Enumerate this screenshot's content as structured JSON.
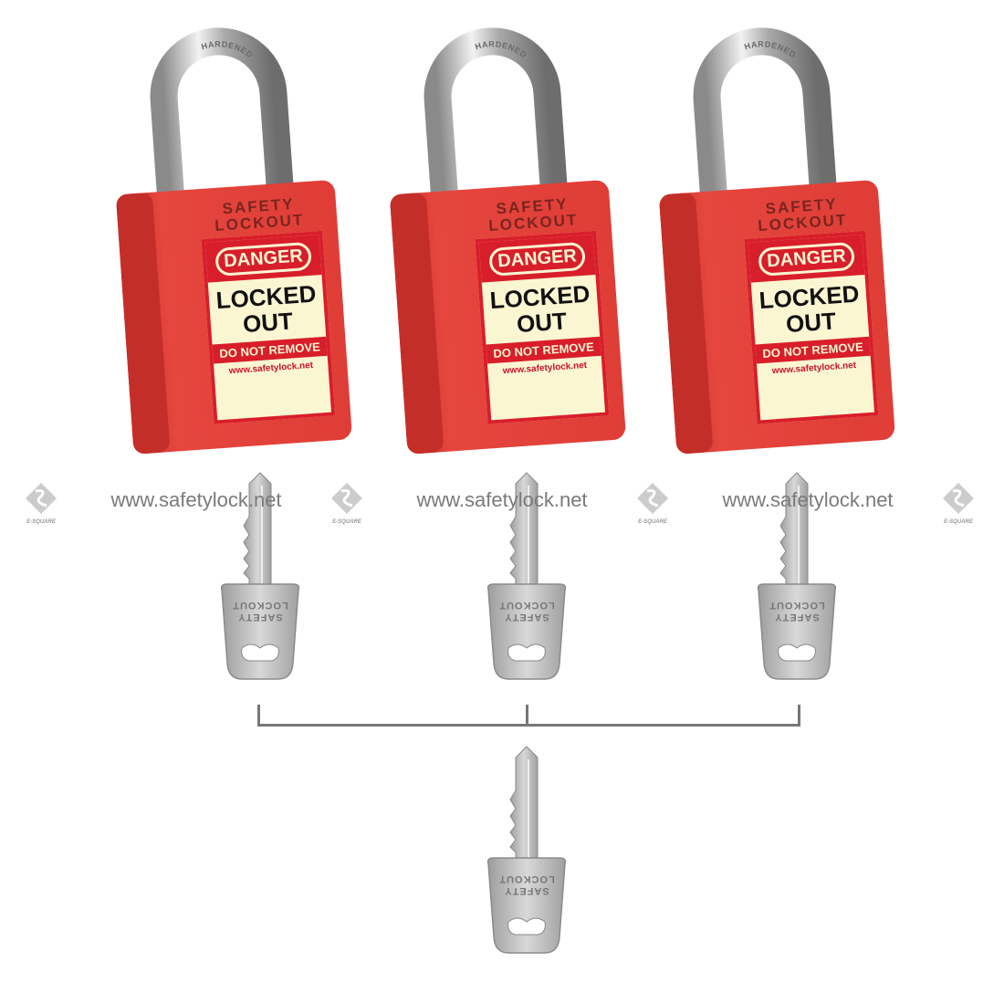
{
  "padlocks": [
    {
      "body_text": [
        "SAFETY",
        "LOCKOUT"
      ],
      "label": {
        "header": "DANGER",
        "main": [
          "LOCKED",
          "OUT"
        ],
        "warning": "DO NOT REMOVE",
        "url": "www.safetylock.net"
      },
      "shackle_text": "HARDENED"
    },
    {
      "body_text": [
        "SAFETY",
        "LOCKOUT"
      ],
      "label": {
        "header": "DANGER",
        "main": [
          "LOCKED",
          "OUT"
        ],
        "warning": "DO NOT REMOVE",
        "url": "www.safetylock.net"
      },
      "shackle_text": "HARDENED"
    },
    {
      "body_text": [
        "SAFETY",
        "LOCKOUT"
      ],
      "label": {
        "header": "DANGER",
        "main": [
          "LOCKED",
          "OUT"
        ],
        "warning": "DO NOT REMOVE",
        "url": "www.safetylock.net"
      },
      "shackle_text": "HARDENED"
    }
  ],
  "watermark": {
    "text": "www.safetylock.net",
    "logo_text": "E-SQUARE"
  },
  "keys": {
    "text": [
      "SAFETY",
      "LOCKOUT"
    ]
  },
  "colors": {
    "body": "#e0413a",
    "label_red": "#d81e2a",
    "label_cream": "#fbf6d2",
    "steel": "#bfbfbf",
    "bracket": "#777777"
  }
}
